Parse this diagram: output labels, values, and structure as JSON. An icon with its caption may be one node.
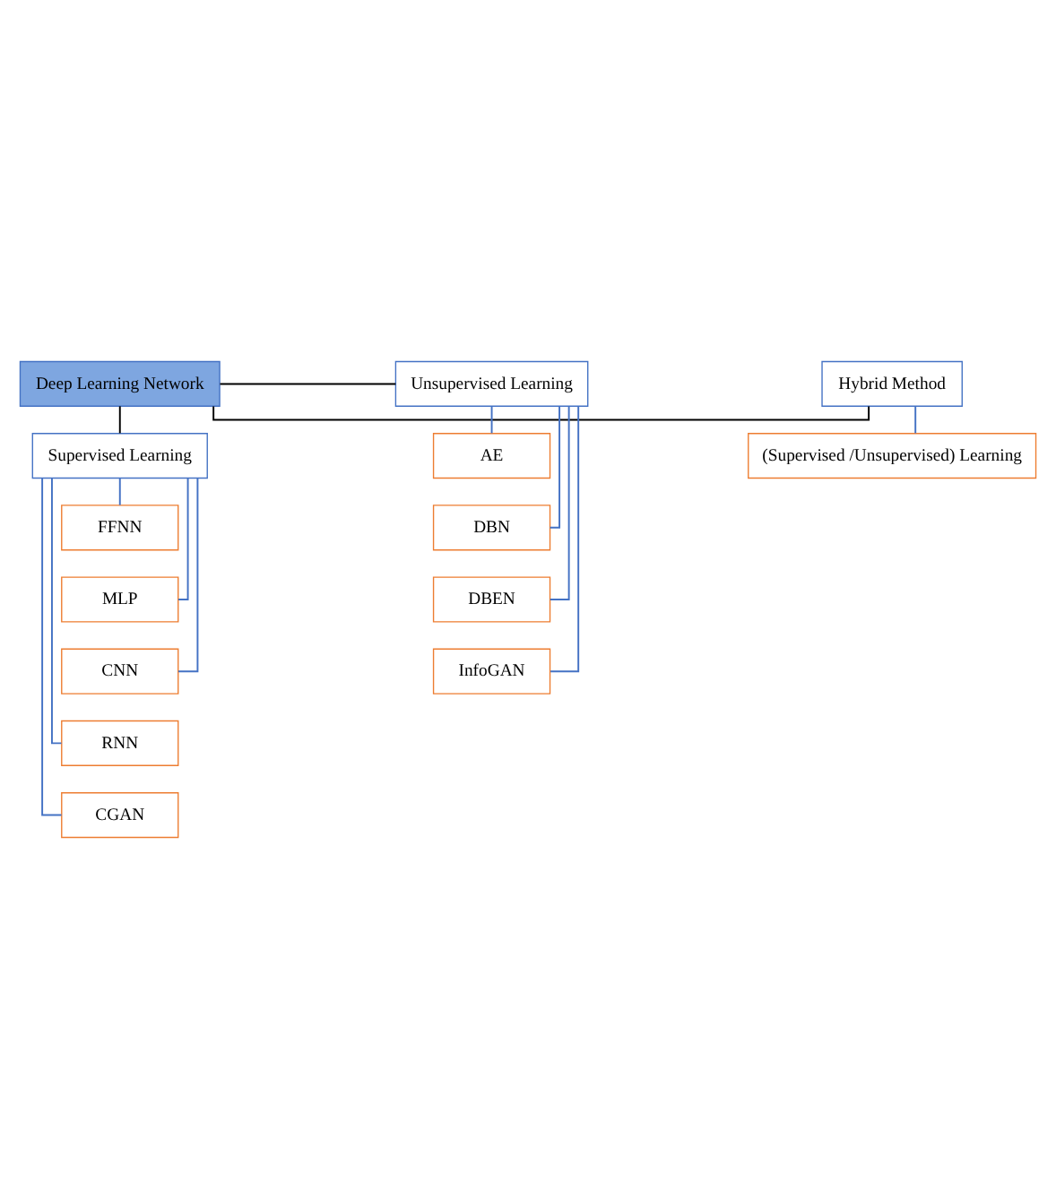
{
  "diagram": {
    "nodes": [
      {
        "text": [
          "Deep Learning Network"
        ]
      },
      {
        "text": [
          "Supervised Learning"
        ]
      },
      {
        "text": [
          "Unsupervised Learning"
        ]
      },
      {
        "text": [
          "Hybrid Method"
        ]
      },
      {
        "text": [
          "FFNN"
        ]
      },
      {
        "text": [
          "MLP"
        ]
      },
      {
        "text": [
          "CNN"
        ]
      },
      {
        "text": [
          "RNN"
        ]
      },
      {
        "text": [
          "CGAN"
        ]
      },
      {
        "text": [
          "AE"
        ]
      },
      {
        "text": [
          "DBN"
        ]
      },
      {
        "text": [
          "DBEN"
        ]
      },
      {
        "text": [
          "InfoGAN"
        ]
      },
      {
        "text": [
          "(Supervised /Unsupervised) Learning"
        ]
      }
    ],
    "edges": [
      {
        "from": 0,
        "to": 1,
        "arrow": "none",
        "color": "#000000"
      },
      {
        "from": 0,
        "to": 2,
        "arrow": "none",
        "color": "#000000"
      },
      {
        "from": 0,
        "to": 3,
        "arrow": "none",
        "color": "#000000"
      },
      {
        "from": 1,
        "to": 4,
        "arrow": "none"
      },
      {
        "from": 1,
        "to": 5,
        "arrow": "none"
      },
      {
        "from": 1,
        "to": 6,
        "arrow": "none"
      },
      {
        "from": 1,
        "to": 7,
        "arrow": "none"
      },
      {
        "from": 1,
        "to": 8,
        "arrow": "none"
      },
      {
        "from": 2,
        "to": 9,
        "arrow": "none"
      },
      {
        "from": 2,
        "to": 10,
        "arrow": "none"
      },
      {
        "from": 2,
        "to": 11,
        "arrow": "none"
      },
      {
        "from": 2,
        "to": 12,
        "arrow": "none"
      },
      {
        "from": 3,
        "to": 13,
        "arrow": "none"
      }
    ]
  }
}
